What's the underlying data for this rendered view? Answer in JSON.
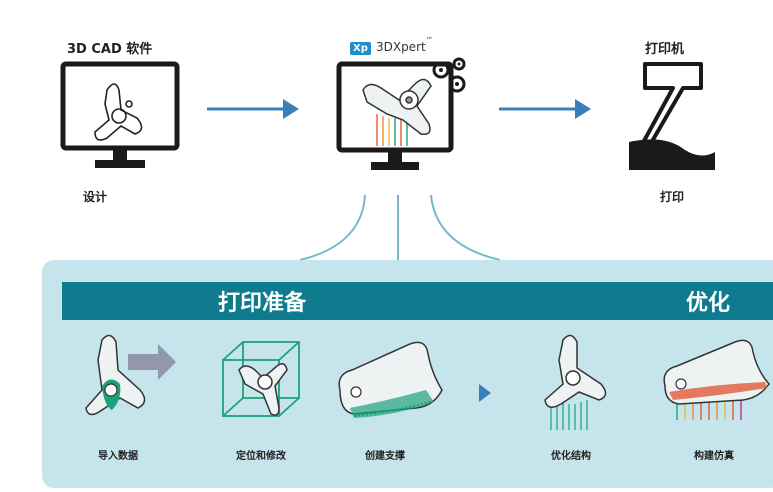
{
  "top": {
    "cad": {
      "title": "3D CAD 软件",
      "caption": "设计"
    },
    "xpert": {
      "logo_mark": "Xp",
      "logo_text": "3DXpert",
      "tm": "™"
    },
    "printer": {
      "title": "打印机",
      "caption": "打印"
    }
  },
  "panel": {
    "left_heading": "打印准备",
    "right_heading": "优化",
    "steps": [
      {
        "label": "导入数据"
      },
      {
        "label": "定位和修改"
      },
      {
        "label": "创建支撑"
      },
      {
        "label": "优化结构"
      },
      {
        "label": "构建仿真"
      }
    ]
  },
  "colors": {
    "arrow": "#3a7fb8",
    "band": "#0e7c8e",
    "panel": "#c5e4ec",
    "accent_green": "#1aa37a"
  }
}
